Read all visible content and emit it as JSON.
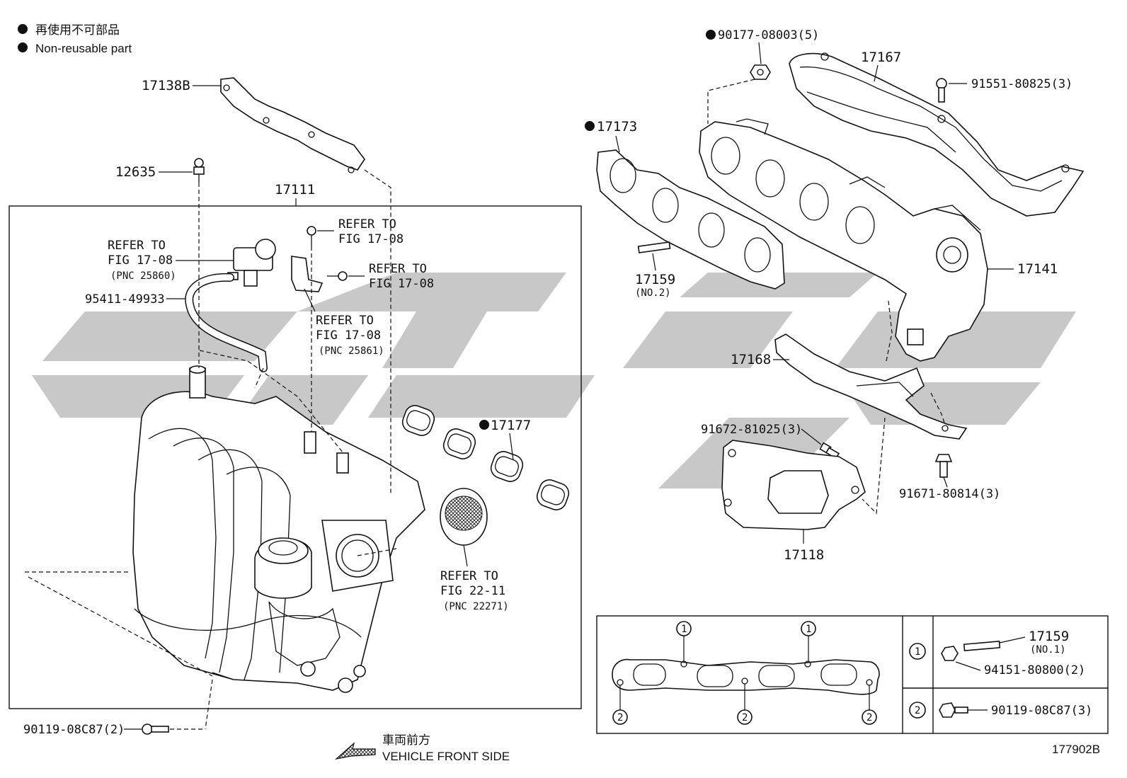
{
  "legend": {
    "jp": "再使用不可部品",
    "en": "Non-reusable part"
  },
  "parts": {
    "p17138B": "17138B",
    "p12635": "12635",
    "p17111": "17111",
    "p95411": "95411-49933",
    "p17177": "17177",
    "p90119_left": "90119-08C87(2)",
    "p90177": "90177-08003(5)",
    "p17167": "17167",
    "p91551": "91551-80825(3)",
    "p17173": "17173",
    "p17159_no2": "17159",
    "p17159_no2_sub": "(NO.2)",
    "p17141": "17141",
    "p17168": "17168",
    "p91672": "91672-81025(3)",
    "p91671": "91671-80814(3)",
    "p17118": "17118"
  },
  "refs": {
    "r1": {
      "line1": "REFER TO",
      "line2": "FIG 17-08",
      "pnc": "(PNC 25860)"
    },
    "r2": {
      "line1": "REFER TO",
      "line2": "FIG 17-08"
    },
    "r3": {
      "line1": "REFER TO",
      "line2": "FIG 17-08"
    },
    "r4": {
      "line1": "REFER TO",
      "line2": "FIG 17-08",
      "pnc": "(PNC 25861)"
    },
    "r5": {
      "line1": "REFER TO",
      "line2": "FIG 22-11",
      "pnc": "(PNC 22271)"
    }
  },
  "inset": {
    "marker1": "1",
    "marker2": "2",
    "p17159_no1": "17159",
    "p17159_no1_sub": "(NO.1)",
    "p94151": "94151-80800(2)",
    "p90119": "90119-08C87(3)"
  },
  "direction": {
    "jp": "車両前方",
    "en": "VEHICLE FRONT SIDE"
  },
  "figure_id": "177902B"
}
